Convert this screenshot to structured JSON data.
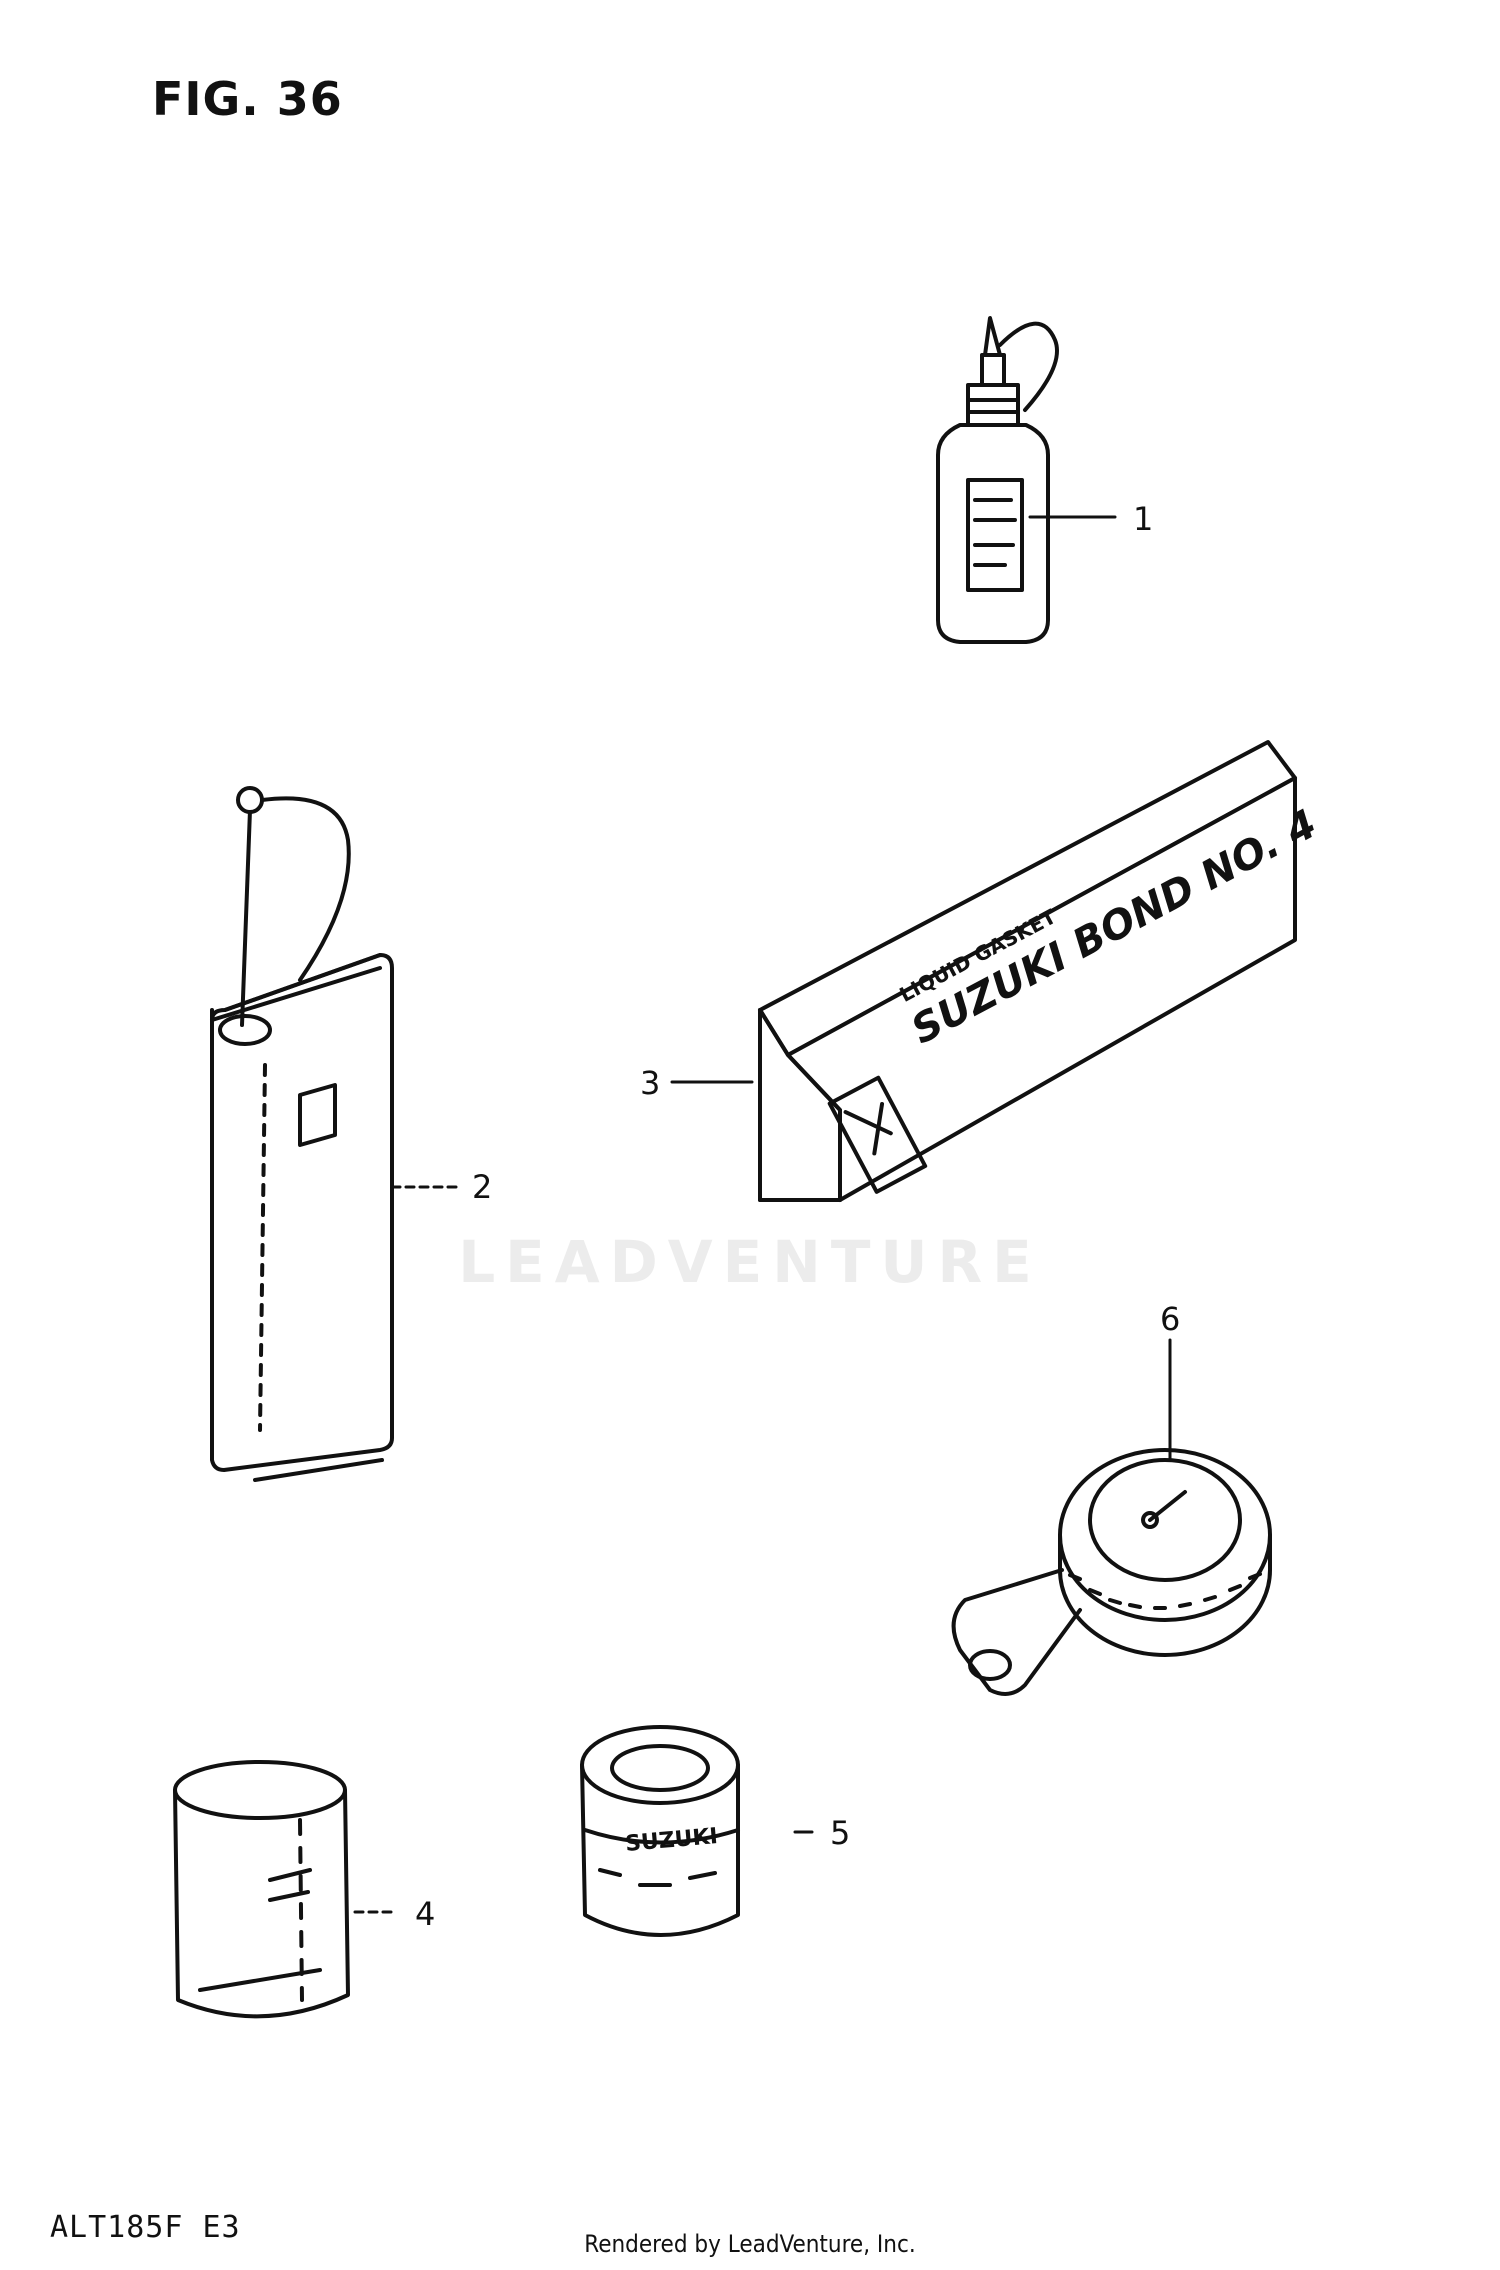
{
  "figure": {
    "title": "FIG. 36",
    "model_code": "ALT185F E3",
    "footer": "Rendered by LeadVenture, Inc.",
    "watermark": "LEADVENTURE"
  },
  "parts": [
    {
      "ref": "1"
    },
    {
      "ref": "2"
    },
    {
      "ref": "3",
      "box_text": {
        "line1": "LIQUID GASKET",
        "line2": "SUZUKI BOND NO. 4"
      }
    },
    {
      "ref": "4"
    },
    {
      "ref": "5",
      "can_text": "SUZUKI"
    },
    {
      "ref": "6"
    }
  ]
}
